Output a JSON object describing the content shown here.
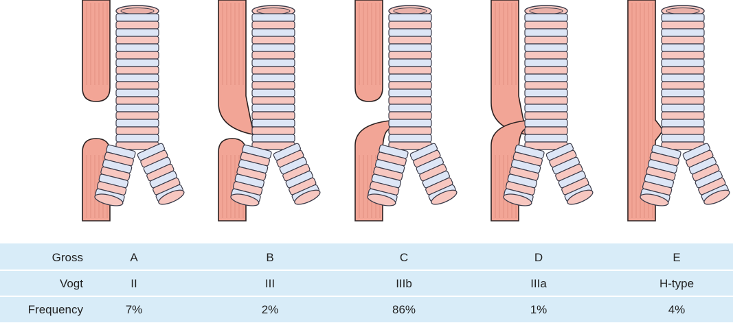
{
  "colors": {
    "esophagus_fill": "#f2a596",
    "esophagus_stroke": "#2a2020",
    "ring_blue": "#dde6f6",
    "ring_pink": "#f7c7c0",
    "ring_stroke": "#3a3a48",
    "table_bg": "#d8ecf8"
  },
  "table": {
    "rows": [
      {
        "label": "Gross",
        "values": [
          "A",
          "B",
          "C",
          "D",
          "E"
        ]
      },
      {
        "label": "Vogt",
        "values": [
          "II",
          "III",
          "IIIb",
          "IIIa",
          "H-type"
        ]
      },
      {
        "label": "Frequency",
        "values": [
          "7%",
          "2%",
          "86%",
          "1%",
          "4%"
        ]
      }
    ]
  },
  "variants": [
    {
      "gross": "A",
      "upper_pouch": true,
      "lower_pouch": true,
      "upper_fistula": false,
      "lower_fistula": false
    },
    {
      "gross": "B",
      "upper_pouch": true,
      "lower_pouch": true,
      "upper_fistula": true,
      "lower_fistula": false
    },
    {
      "gross": "C",
      "upper_pouch": true,
      "lower_pouch": false,
      "upper_fistula": false,
      "lower_fistula": true
    },
    {
      "gross": "D",
      "upper_pouch": true,
      "lower_pouch": false,
      "upper_fistula": true,
      "lower_fistula": true
    },
    {
      "gross": "E",
      "upper_pouch": false,
      "lower_pouch": false,
      "upper_fistula": false,
      "lower_fistula": false,
      "h_type": true
    }
  ]
}
